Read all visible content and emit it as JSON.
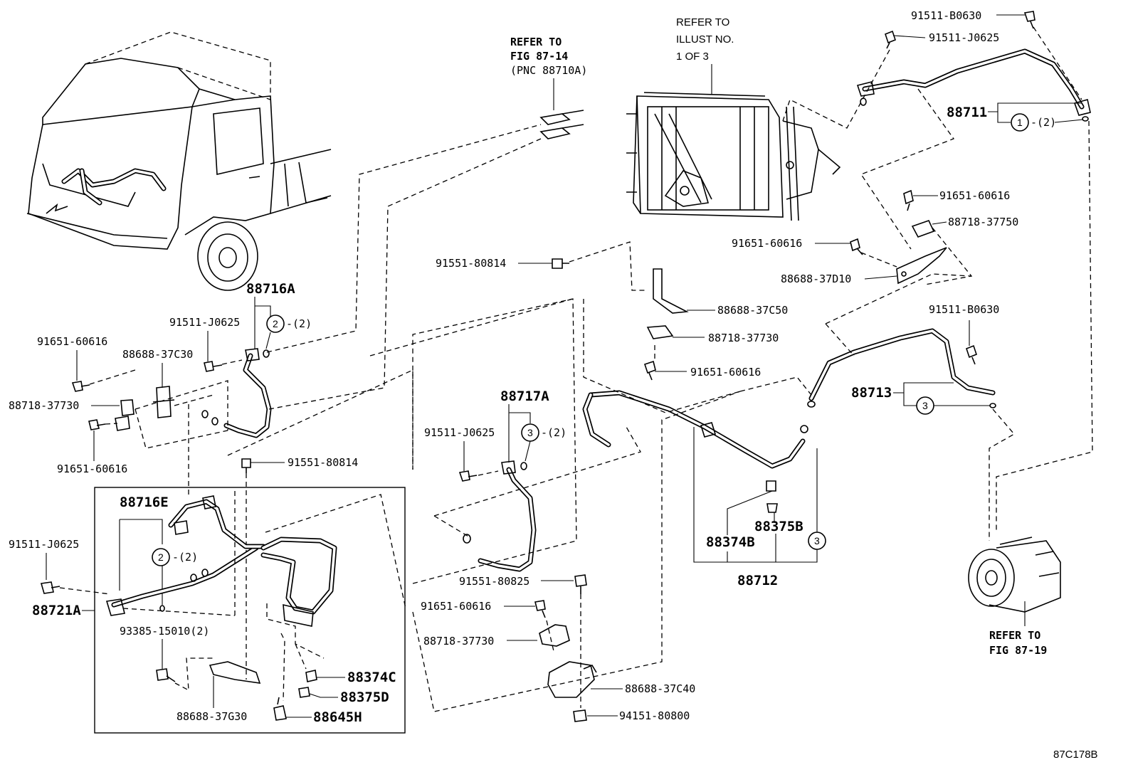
{
  "diagram": {
    "ref_87_14": [
      "REFER TO",
      "FIG 87-14",
      "(PNC 88710A)"
    ],
    "ref_illust": [
      "REFER TO",
      "ILLUST NO.",
      "1 OF 3"
    ],
    "ref_87_19": [
      "REFER TO",
      "FIG 87-19"
    ],
    "figure_code": "87C178B",
    "labels": {
      "p91511_B0630_top": "91511-B0630",
      "p91511_J0625_top": "91511-J0625",
      "p88711": "88711",
      "p91651_60616_r1": "91651-60616",
      "p88718_37750": "88718-37750",
      "p91651_60616_r2": "91651-60616",
      "p88688_37D10": "88688-37D10",
      "p91551_80814_c": "91551-80814",
      "p88688_37C50": "88688-37C50",
      "p88718_37730_c": "88718-37730",
      "p91651_60616_c": "91651-60616",
      "p91511_B0630_r": "91511-B0630",
      "p88713": "88713",
      "p88716A": "88716A",
      "p91511_J0625_l": "91511-J0625",
      "p91651_60616_l1": "91651-60616",
      "p88688_37C30": "88688-37C30",
      "p88718_37730_l": "88718-37730",
      "p91651_60616_l2": "91651-60616",
      "p91551_80814_l": "91551-80814",
      "p88717A": "88717A",
      "p91511_J0625_m": "91511-J0625",
      "p88716E": "88716E",
      "p91511_J0625_ll": "91511-J0625",
      "p88721A": "88721A",
      "p93385_15010": "93385-15010(2)",
      "p88374C": "88374C",
      "p88375D": "88375D",
      "p88688_37G30": "88688-37G30",
      "p88645H": "88645H",
      "p91551_80825": "91551-80825",
      "p91651_60616_b": "91651-60616",
      "p88718_37730_b": "88718-37730",
      "p88688_37C40": "88688-37C40",
      "p94151_80800": "94151-80800",
      "p88374B": "88374B",
      "p88375B": "88375B",
      "p88712": "88712"
    },
    "callouts": {
      "c1": "1",
      "c2a": "2",
      "c2b": "2",
      "c3a": "3",
      "c3b": "3",
      "c3c": "3",
      "qty_2": "-(2)"
    }
  }
}
